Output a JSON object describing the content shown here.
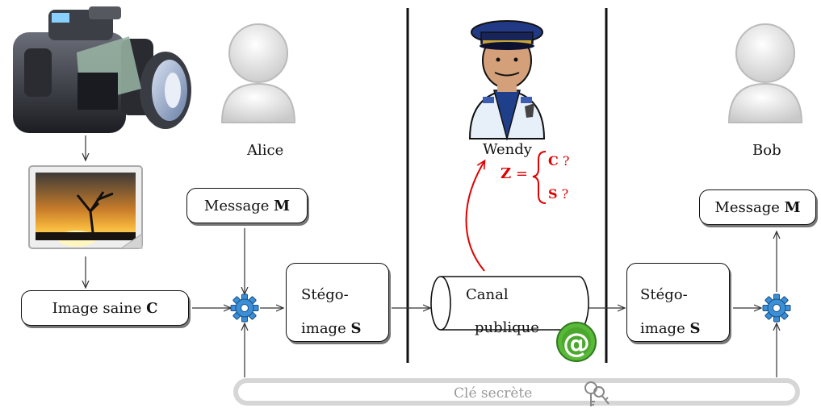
{
  "actors": {
    "alice": "Alice",
    "wendy": "Wendy",
    "bob": "Bob"
  },
  "nodes": {
    "message_left": {
      "text": "Message",
      "symbol": "M"
    },
    "message_right": {
      "text": "Message",
      "symbol": "M"
    },
    "cover_image": {
      "text": "Image saine",
      "symbol": "C"
    },
    "stego_left": {
      "line1": "Stégo-",
      "line2": "image",
      "symbol": "S"
    },
    "stego_right": {
      "line1": "Stégo-",
      "line2": "image",
      "symbol": "S"
    },
    "channel": {
      "line1": "Canal",
      "line2": "publique"
    },
    "secret_key": "Clé secrète"
  },
  "warden_test": {
    "var": "Z",
    "eq": "=",
    "opt1": "C",
    "opt2": "S",
    "q": "?"
  },
  "colors": {
    "warden_red": "#e00000",
    "gear_blue": "#3a8fd6",
    "key_bar": "#d8d8d8"
  }
}
